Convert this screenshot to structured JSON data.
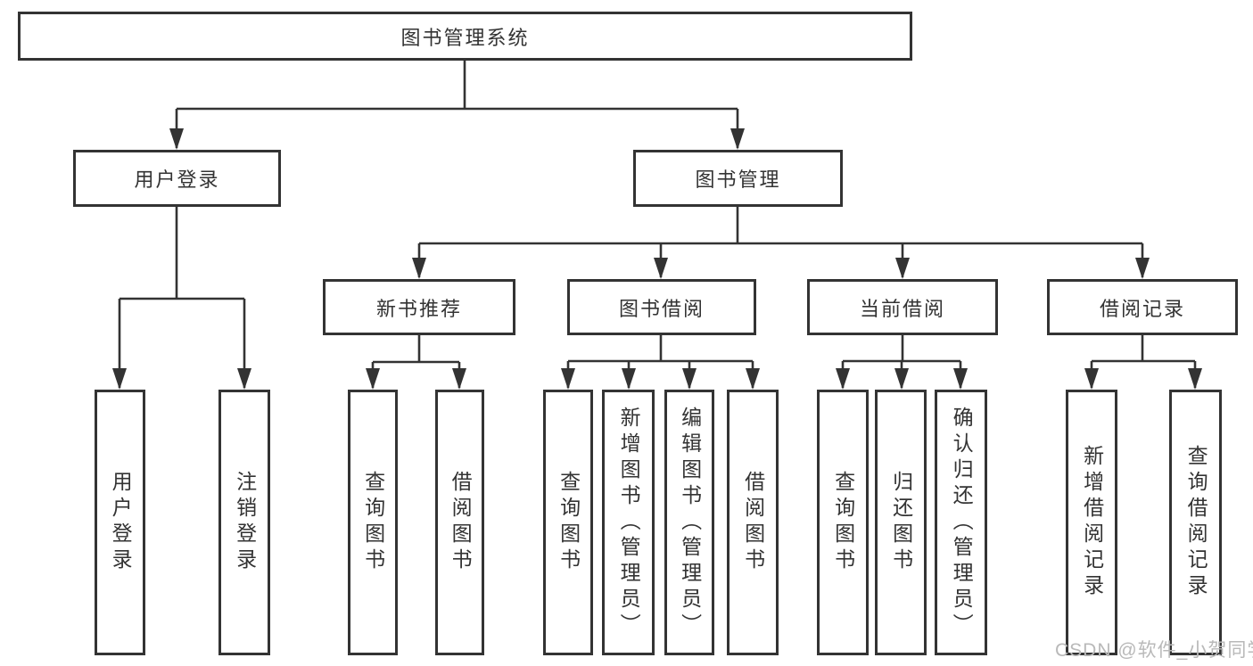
{
  "colors": {
    "line": "#333333",
    "text": "#333333",
    "background": "#ffffff",
    "watermark": "#b9b9b9"
  },
  "watermark": "CSDN @软件_小贺同学",
  "tree": {
    "label": "图书管理系统",
    "children": [
      {
        "label": "用户登录",
        "children": [
          {
            "label": "用户登录"
          },
          {
            "label": "注销登录"
          }
        ]
      },
      {
        "label": "图书管理",
        "children": [
          {
            "label": "新书推荐",
            "children": [
              {
                "label": "查询图书"
              },
              {
                "label": "借阅图书"
              }
            ]
          },
          {
            "label": "图书借阅",
            "children": [
              {
                "label": "查询图书"
              },
              {
                "label": "新增图书（管理员）"
              },
              {
                "label": "编辑图书（管理员）"
              },
              {
                "label": "借阅图书"
              }
            ]
          },
          {
            "label": "当前借阅",
            "children": [
              {
                "label": "查询图书"
              },
              {
                "label": "归还图书"
              },
              {
                "label": "确认归还（管理员）"
              }
            ]
          },
          {
            "label": "借阅记录",
            "children": [
              {
                "label": "新增借阅记录"
              },
              {
                "label": "查询借阅记录"
              }
            ]
          }
        ]
      }
    ]
  }
}
